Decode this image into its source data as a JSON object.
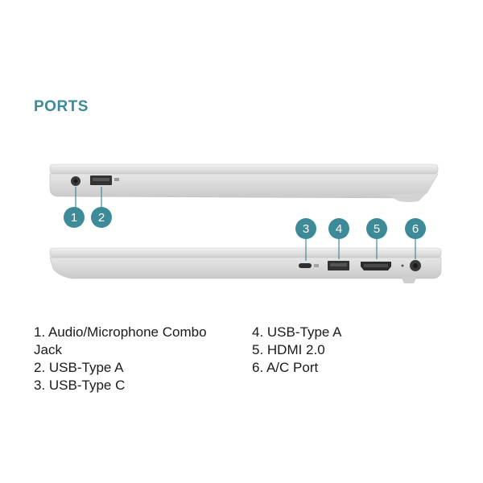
{
  "section_title": "PORTS",
  "callouts": [
    "1",
    "2",
    "3",
    "4",
    "5",
    "6"
  ],
  "legend_left": [
    "1. Audio/Microphone Combo Jack",
    "2. USB-Type A",
    "3. USB-Type C"
  ],
  "legend_right": [
    "4. USB-Type A",
    "5. HDMI 2.0",
    "6. A/C Port"
  ],
  "colors": {
    "accent": "#3d8a98",
    "laptop_silver": "#dcdcdc"
  }
}
